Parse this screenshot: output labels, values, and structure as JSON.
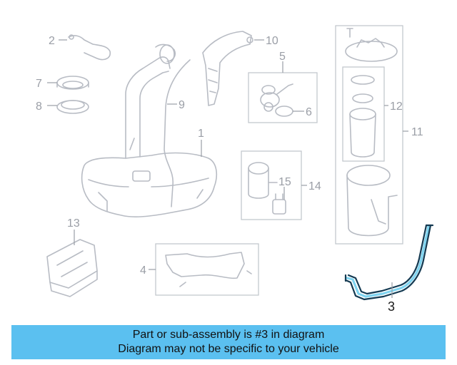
{
  "diagram": {
    "callouts": {
      "c1": "1",
      "c2": "2",
      "c3": "3",
      "c4": "4",
      "c5": "5",
      "c6": "6",
      "c7": "7",
      "c8": "8",
      "c9": "9",
      "c10": "10",
      "c11": "11",
      "c12": "12",
      "c13": "13",
      "c14": "14",
      "c15": "15"
    },
    "highlighted_part": "3",
    "highlight_color": "#7fd4f0"
  },
  "banner": {
    "line1": "Part or sub-assembly is #3 in diagram",
    "line2": "Diagram may not be specific to your vehicle",
    "background": "#5bc0f0"
  }
}
